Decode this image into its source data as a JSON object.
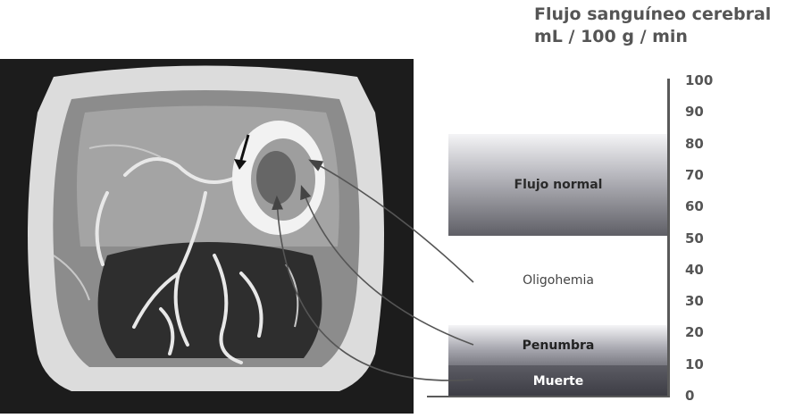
{
  "header": {
    "title_line1": "Flujo sanguíneo cerebral",
    "title_line2": "mL / 100 g / min"
  },
  "scale": {
    "ticks": [
      "100",
      "90",
      "80",
      "70",
      "60",
      "50",
      "40",
      "30",
      "20",
      "10",
      "0"
    ],
    "min": 0,
    "max": 100
  },
  "bands": {
    "normal": {
      "label": "Flujo normal",
      "range": [
        52,
        82
      ]
    },
    "oligohemia": {
      "label": "Oligohemia",
      "range": [
        22,
        52
      ]
    },
    "penumbra": {
      "label": "Penumbra",
      "range": [
        10,
        22
      ]
    },
    "muerte": {
      "label": "Muerte",
      "range": [
        0,
        10
      ]
    }
  },
  "image": {
    "description_icon": "brain-ct-perfusion-image"
  }
}
